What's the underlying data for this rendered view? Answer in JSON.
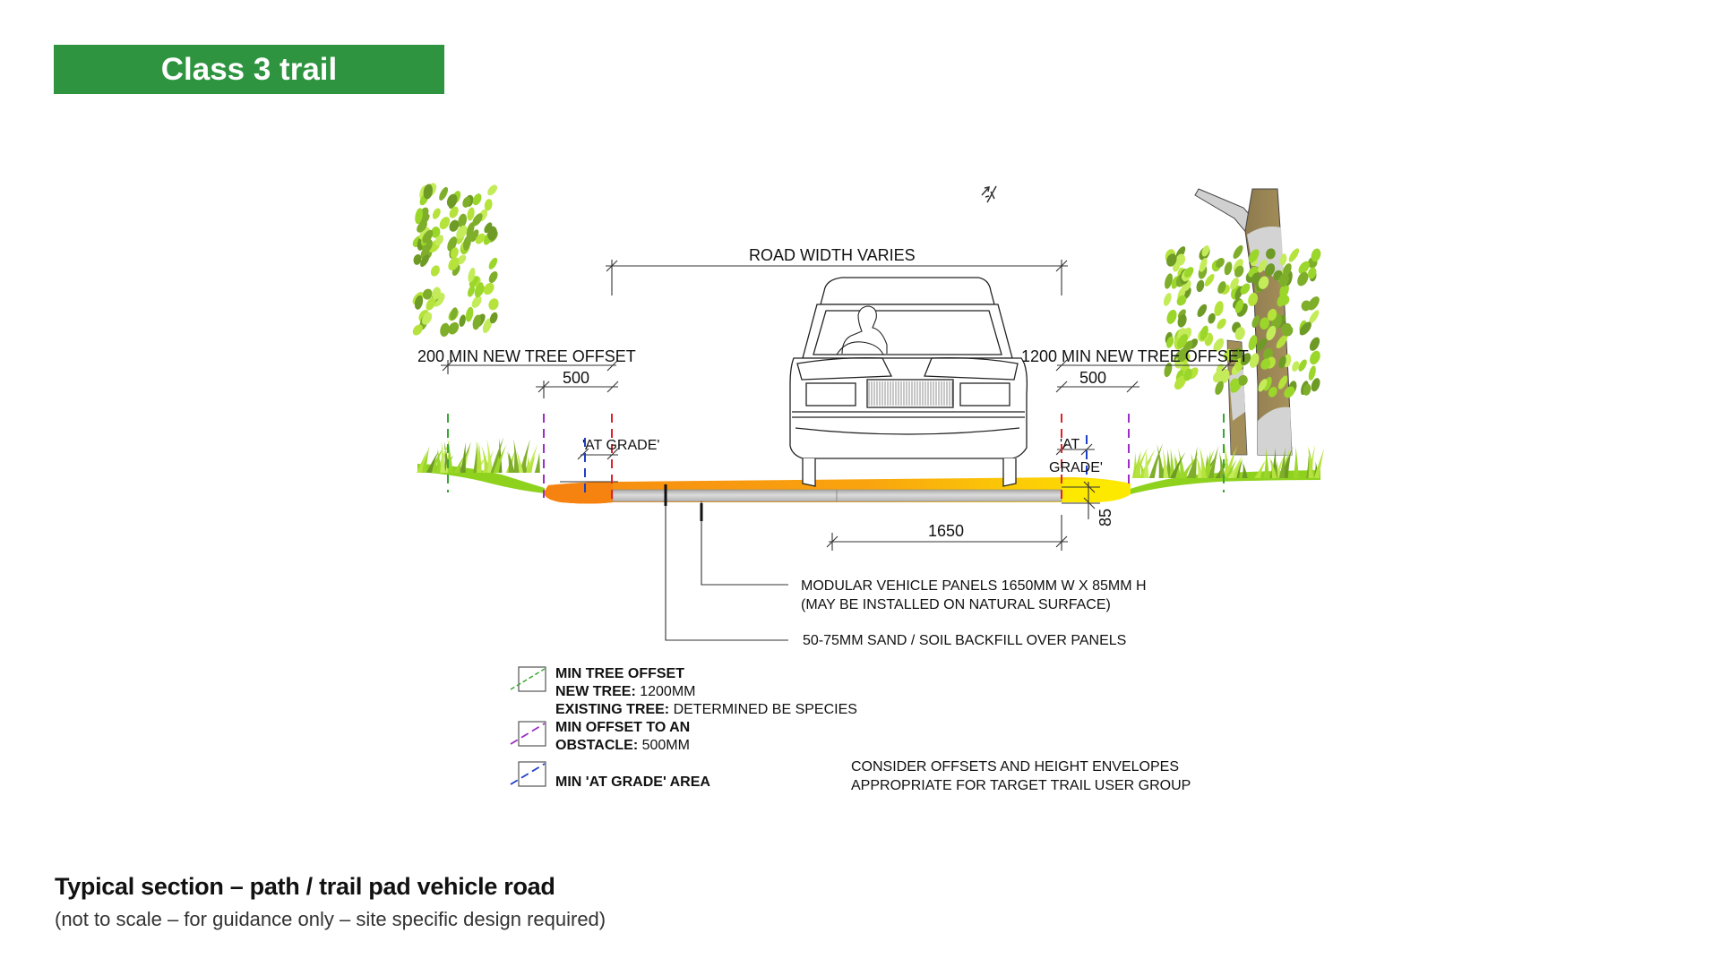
{
  "banner": {
    "title": "Class 3 trail",
    "color": "#2e9440"
  },
  "drawing": {
    "road_width_label": "ROAD WIDTH VARIES",
    "left_tree_offset_label": "200 MIN NEW TREE OFFSET",
    "right_tree_offset_label": "1200 MIN NEW TREE OFFSET",
    "left_obstacle_dim": "500",
    "right_obstacle_dim": "500",
    "left_at_grade_label": "'AT GRADE'",
    "right_at_grade_line1": "'AT",
    "right_at_grade_line2": "GRADE'",
    "panel_width_dim": "1650",
    "panel_height_dim": "85",
    "notes": {
      "panels_line1": "MODULAR VEHICLE PANELS 1650MM W X 85MM H",
      "panels_line2": "(MAY BE INSTALLED ON NATURAL SURFACE)",
      "backfill": "50-75MM SAND / SOIL BACKFILL OVER PANELS",
      "consider_line1": "CONSIDER OFFSETS AND HEIGHT ENVELOPES",
      "consider_line2": "APPROPRIATE FOR TARGET TRAIL USER GROUP"
    },
    "colors": {
      "tree_offset_line": "#3aa635",
      "obstacle_line": "#9b2fc4",
      "at_grade_line": "#1f3fc4",
      "edge_line": "#e0202a",
      "backfill_orange": "#f68a12",
      "backfill_yellow": "#ffe800",
      "panel_grey": "#c2c2c2"
    }
  },
  "legend": {
    "items": [
      {
        "icon": "green-dashed-line-icon",
        "title": "MIN TREE OFFSET",
        "lines": [
          {
            "bold": "NEW TREE:",
            "text": " 1200MM"
          },
          {
            "bold": "EXISTING TREE:",
            "text": " DETERMINED BE SPECIES"
          }
        ]
      },
      {
        "icon": "purple-dashed-line-icon",
        "title": "MIN OFFSET TO AN",
        "lines": [
          {
            "bold": "OBSTACLE:",
            "text": " 500MM"
          }
        ]
      },
      {
        "icon": "blue-dashed-line-icon",
        "title": "MIN 'AT GRADE' AREA",
        "lines": []
      }
    ]
  },
  "caption": {
    "title": "Typical section – path / trail pad vehicle road",
    "subtitle": "(not to scale – for guidance only – site specific design required)"
  }
}
